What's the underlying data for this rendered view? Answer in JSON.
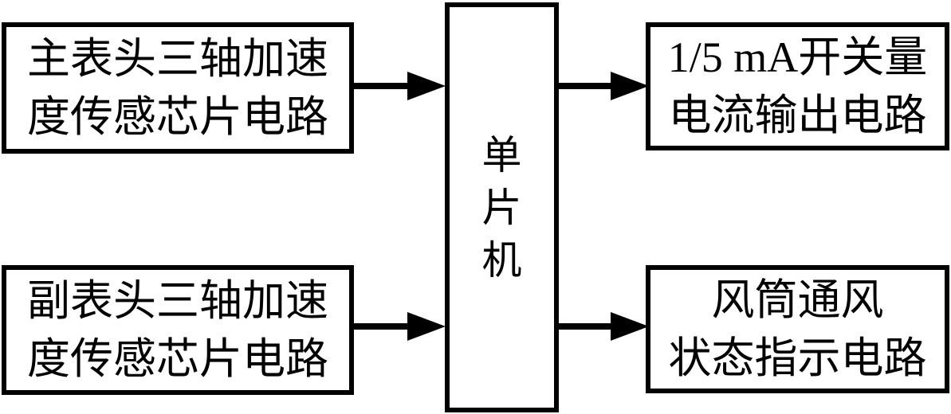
{
  "diagram": {
    "colors": {
      "background": "#ffffff",
      "line": "#000000",
      "text": "#000000"
    },
    "nodes": {
      "main_sensor": {
        "lines": [
          "主表头三轴加速",
          "度传感芯片电路"
        ]
      },
      "secondary_sensor": {
        "lines": [
          "副表头三轴加速",
          "度传感芯片电路"
        ]
      },
      "mcu": {
        "label": "单片机"
      },
      "current_output": {
        "lines": [
          "1/5 mA开关量",
          "电流输出电路"
        ]
      },
      "status_indicator": {
        "lines": [
          "风筒通风",
          "状态指示电路"
        ]
      }
    },
    "connections": [
      {
        "from": "main_sensor",
        "to": "mcu",
        "direction": "right"
      },
      {
        "from": "secondary_sensor",
        "to": "mcu",
        "direction": "right"
      },
      {
        "from": "mcu",
        "to": "current_output",
        "direction": "right"
      },
      {
        "from": "mcu",
        "to": "status_indicator",
        "direction": "right"
      }
    ]
  }
}
